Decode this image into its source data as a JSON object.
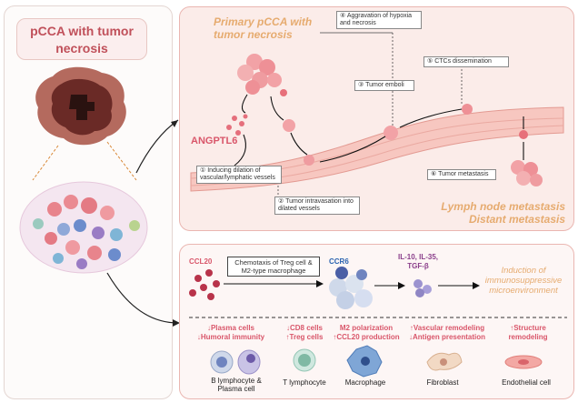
{
  "title": "pCCA with tumor necrosis",
  "top_panel": {
    "primary_title": "Primary pCCA with tumor necrosis",
    "angptl6": "ANGPTL6",
    "step1": "① Inducing dilation of vascular/lymphatic vessels",
    "step2": "② Tumor intravasation into dilated vessels",
    "step3": "③ Tumor emboli",
    "step4": "④ Aggravation of hypoxia and necrosis",
    "step5": "⑤ CTCs dissemination",
    "step6": "⑥ Tumor metastasis",
    "lymph": "Lymph node metastasis",
    "distant": "Distant metastasis"
  },
  "bottom_panel": {
    "ccl20": "CCL20",
    "chemotaxis": "Chemotaxis of Treg cell & M2-type macrophage",
    "ccr6": "CCR6",
    "cytokines": "IL-10, IL-35, TGF-β",
    "induction": "Induction of immunosuppressive microenvironment",
    "cells": [
      {
        "effect": "↓Plasma cells ↓Humoral immunity",
        "name": "B lymphocyte & Plasma cell"
      },
      {
        "effect": "↓CD8 cells ↑Treg cells",
        "name": "T lymphocyte"
      },
      {
        "effect": "M2 polarization ↑CCL20 production",
        "name": "Macrophage"
      },
      {
        "effect": "↑Vascular remodeling ↓Antigen presentation",
        "name": "Fibroblast"
      },
      {
        "effect": "↑Structure remodeling",
        "name": "Endothelial cell"
      }
    ]
  }
}
